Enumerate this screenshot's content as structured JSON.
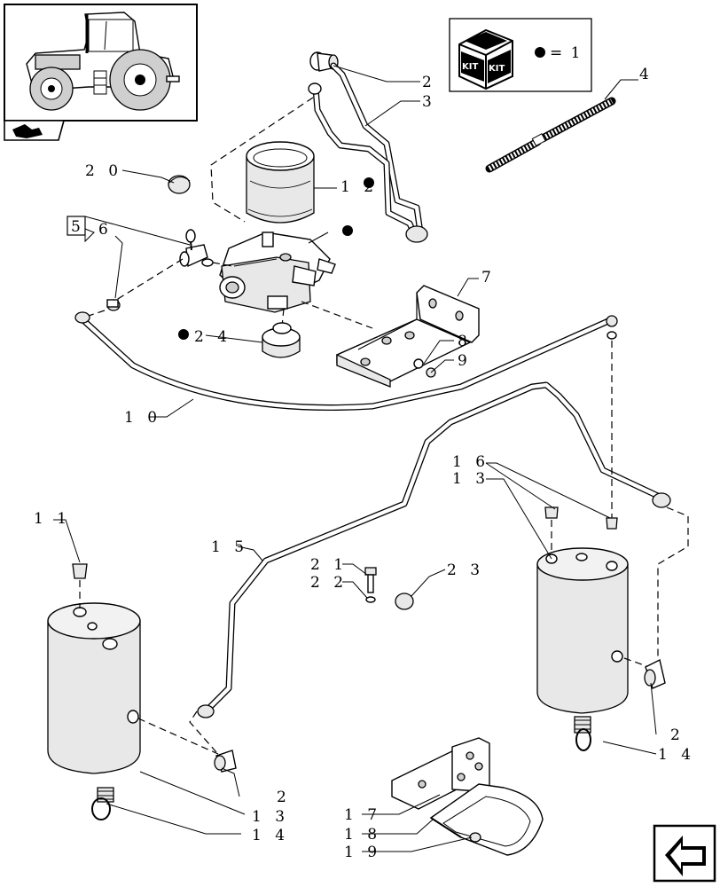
{
  "kit_box": {
    "icon_label_left": "KIT",
    "icon_label_right": "KIT",
    "legend": "= 1"
  },
  "callouts": {
    "c2a": "2",
    "c3": "3",
    "c4": "4",
    "c20": "2 0",
    "c12": "1 2",
    "c5": "5",
    "c6": "6",
    "c7": "7",
    "c24": "2 4",
    "c8": "8",
    "c9": "9",
    "c10": "1 0",
    "c16": "1 6",
    "c13a": "1 3",
    "c11": "1 1",
    "c15": "1 5",
    "c21": "2 1",
    "c22": "2 2",
    "c23": "2 3",
    "c2b": "2",
    "c14a": "1 4",
    "c2c": "2",
    "c13b": "1 3",
    "c14b": "1 4",
    "c17": "1 7",
    "c18": "1 8",
    "c19": "1 9"
  },
  "icons": {
    "tractor": "tractor-thumbnail-icon",
    "section_tab": "section-tab-icon",
    "kit": "kit-box-icon",
    "nav_arrow": "navigation-arrow-icon"
  },
  "colors": {
    "line": "#000000",
    "paper": "#ffffff",
    "marker": "#000000"
  }
}
